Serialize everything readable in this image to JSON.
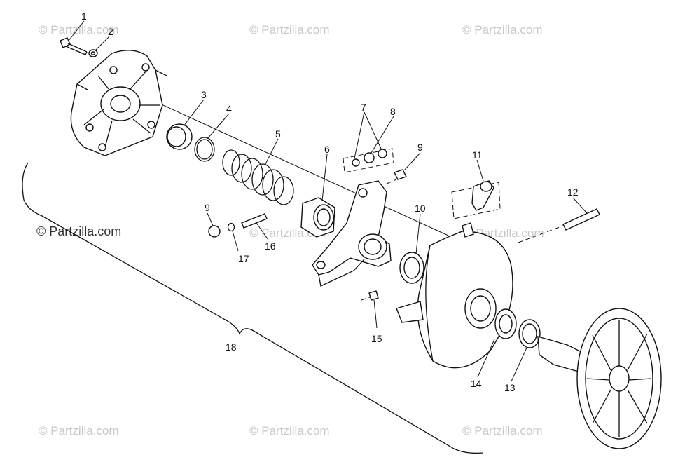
{
  "diagram": {
    "watermark": "© Partzilla.com",
    "callouts": [
      "1",
      "2",
      "3",
      "4",
      "5",
      "6",
      "7",
      "8",
      "9",
      "9",
      "10",
      "11",
      "12",
      "13",
      "14",
      "15",
      "16",
      "17",
      "18"
    ]
  }
}
